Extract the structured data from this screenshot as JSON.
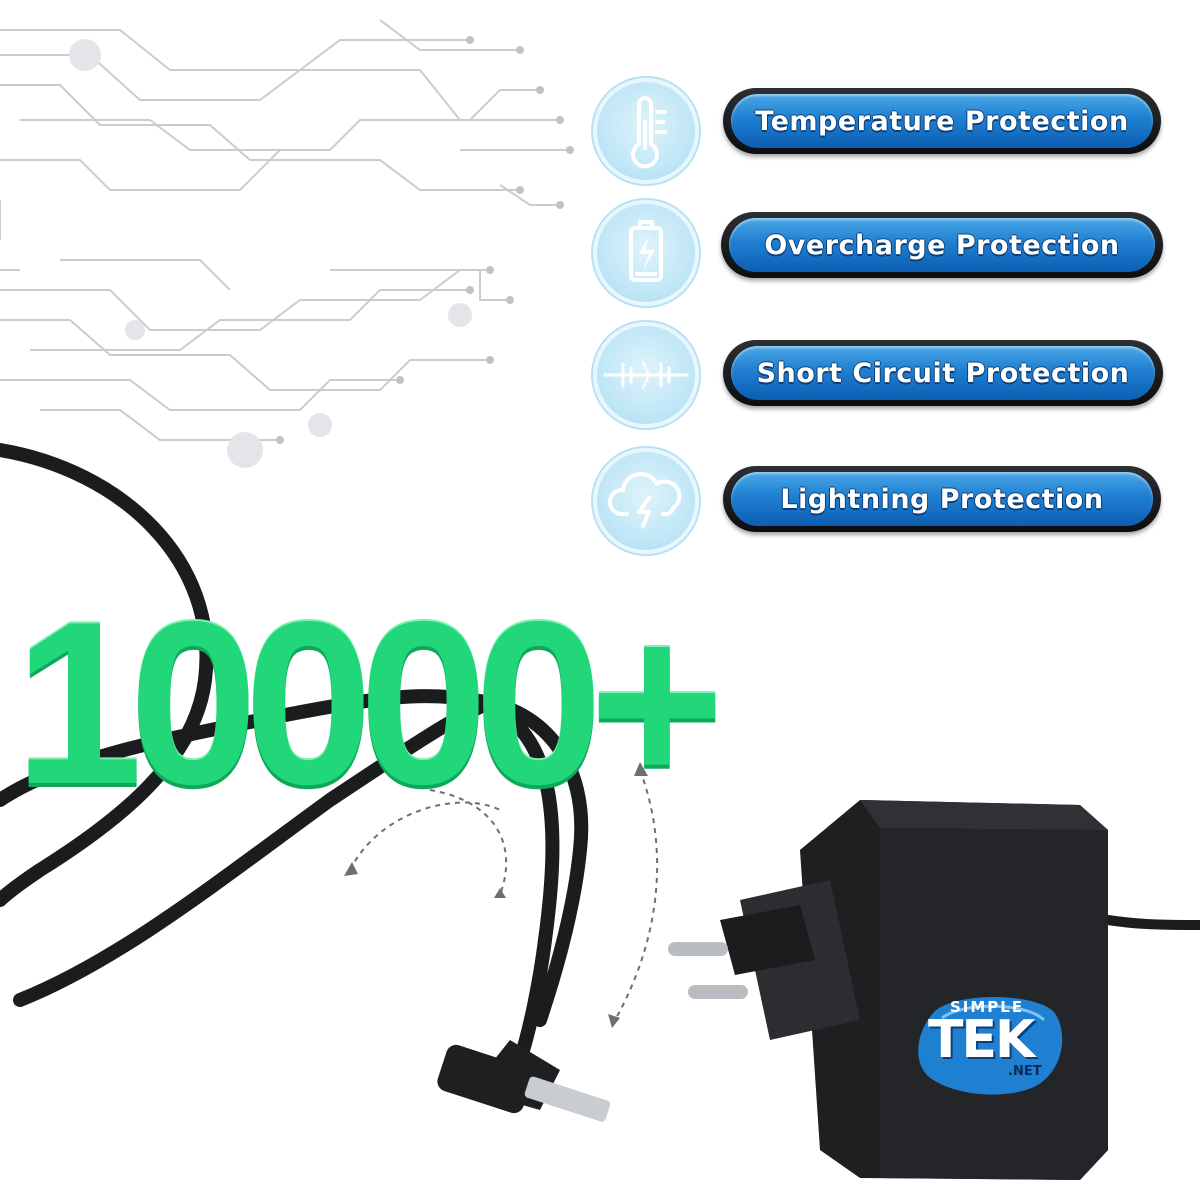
{
  "features": [
    {
      "icon": "thermometer-icon",
      "label": "Temperature Protection"
    },
    {
      "icon": "battery-charging-icon",
      "label": "Overcharge Protection"
    },
    {
      "icon": "short-circuit-icon",
      "label": "Short Circuit Protection"
    },
    {
      "icon": "cloud-lightning-icon",
      "label": "Lightning Protection"
    }
  ],
  "headline": {
    "value": "10000+"
  },
  "brand": {
    "top": "SIMPLE",
    "main": "TEK",
    "suffix": ".NET"
  },
  "colors": {
    "pill_blue": "#1f7fd0",
    "pill_border": "#111315",
    "headline_green": "#22d67a",
    "icon_circle": "#bfe6f6",
    "adapter": "#1e1f21"
  }
}
